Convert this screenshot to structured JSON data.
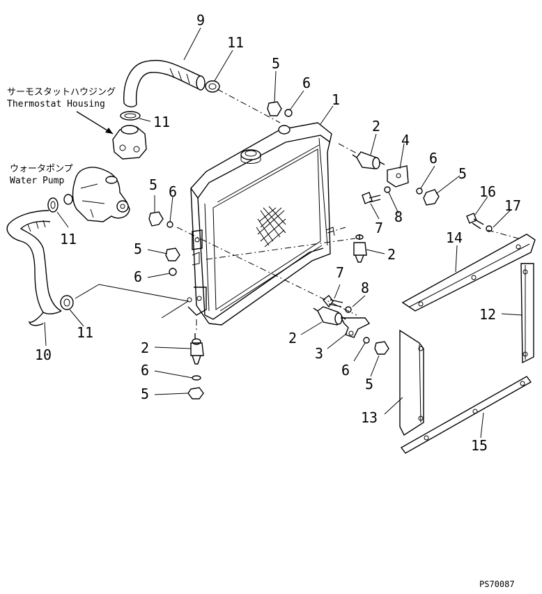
{
  "diagram": {
    "drawing_code": "PS70087",
    "annotations": {
      "thermostat_jp": "サーモスタットハウジング",
      "thermostat_en": "Thermostat Housing",
      "pump_jp": "ウォータポンプ",
      "pump_en": "Water Pump"
    },
    "callouts": [
      "9",
      "11",
      "11",
      "5",
      "6",
      "1",
      "2",
      "4",
      "6",
      "5",
      "5",
      "6",
      "7",
      "8",
      "16",
      "17",
      "11",
      "5",
      "6",
      "14",
      "2",
      "7",
      "8",
      "12",
      "2",
      "3",
      "10",
      "11",
      "2",
      "6",
      "5",
      "6",
      "5",
      "13",
      "15"
    ]
  }
}
